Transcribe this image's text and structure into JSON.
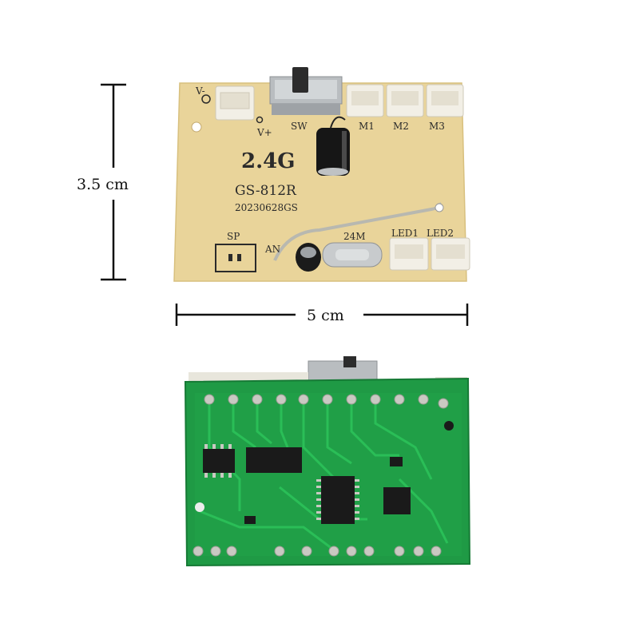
{
  "dimensions": {
    "height_label": "3.5 cm",
    "width_label": "5 cm"
  },
  "top_board": {
    "silkscreen": {
      "v_minus": "V-",
      "v_plus": "V+",
      "sw": "SW",
      "m1": "M1",
      "m2": "M2",
      "m3": "M3",
      "freq": "2.4G",
      "model": "GS-812R",
      "date_code": "20230628GS",
      "sp": "SP",
      "ant": "AN",
      "crystal": "24M",
      "led1": "LED1",
      "led2": "LED2"
    }
  },
  "colors": {
    "top_pcb": "#e9d49a",
    "bottom_pcb": "#1f9a45",
    "connector": "#f2efe6",
    "pad": "#c9c9c2",
    "chip": "#1a1a1a"
  }
}
